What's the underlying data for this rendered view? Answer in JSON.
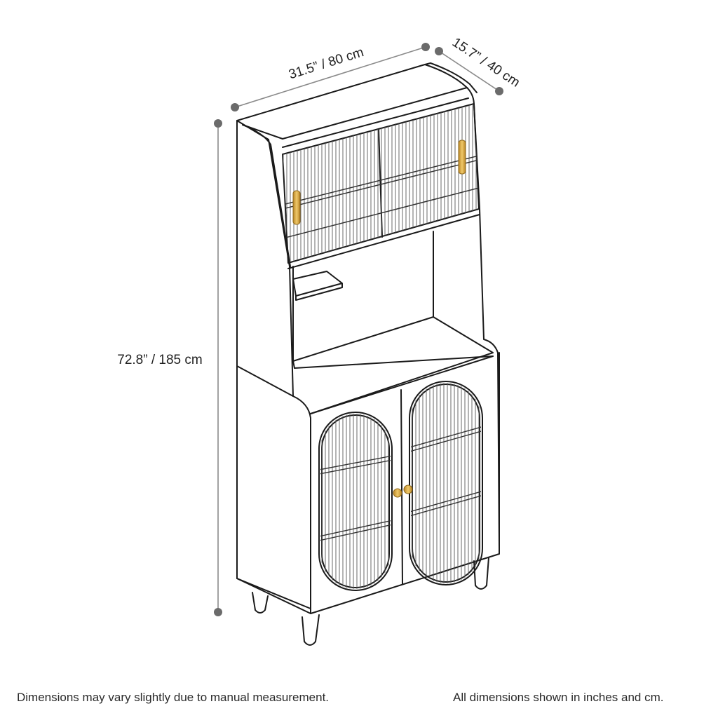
{
  "dimensions": {
    "width": "31.5” / 80 cm",
    "depth": "15.7” / 40 cm",
    "height": "72.8” / 185 cm"
  },
  "notes": {
    "left": "Dimensions may vary slightly due to manual measurement.",
    "right": "All dimensions shown in inches and cm."
  },
  "colors": {
    "outline": "#1a1a1a",
    "dimension_line": "#7a7a7a",
    "dimension_dot": "#6b6b6b",
    "hardware": "#d4a443",
    "fluting": "#5a5a5a"
  },
  "icons": {
    "handle": "brass-bar-handle",
    "knob": "brass-knob"
  }
}
